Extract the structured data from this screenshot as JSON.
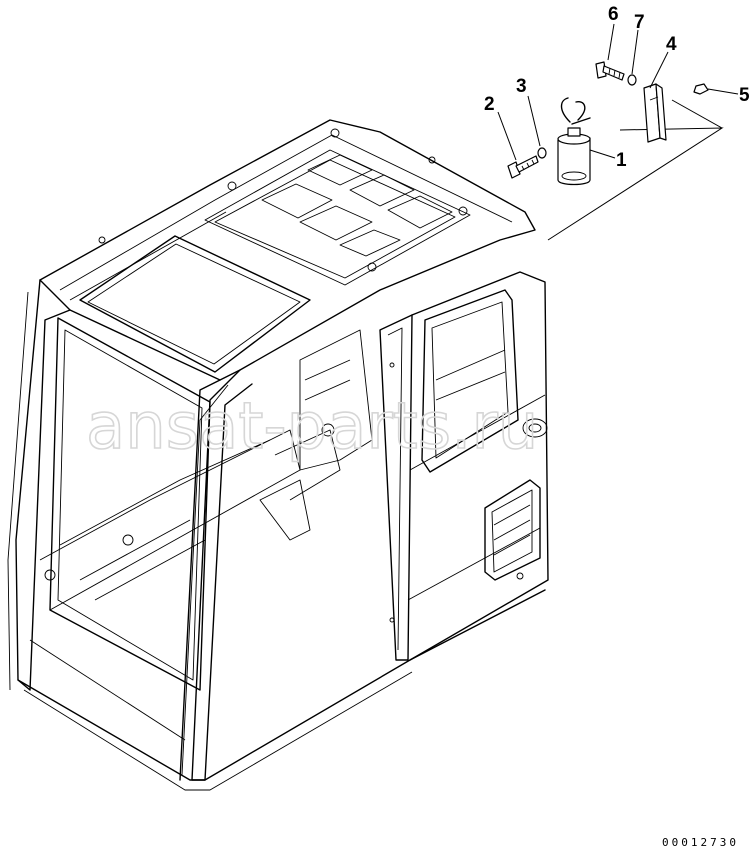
{
  "callouts": [
    {
      "id": "1",
      "label": "1"
    },
    {
      "id": "2",
      "label": "2"
    },
    {
      "id": "3",
      "label": "3"
    },
    {
      "id": "4",
      "label": "4"
    },
    {
      "id": "5",
      "label": "5"
    },
    {
      "id": "6",
      "label": "6"
    },
    {
      "id": "7",
      "label": "7"
    }
  ],
  "watermark": "ansat-parts.ru",
  "drawing_code": "00012730",
  "colors": {
    "line": "#000000",
    "watermark": "#d6d6d6",
    "background": "#ffffff"
  }
}
